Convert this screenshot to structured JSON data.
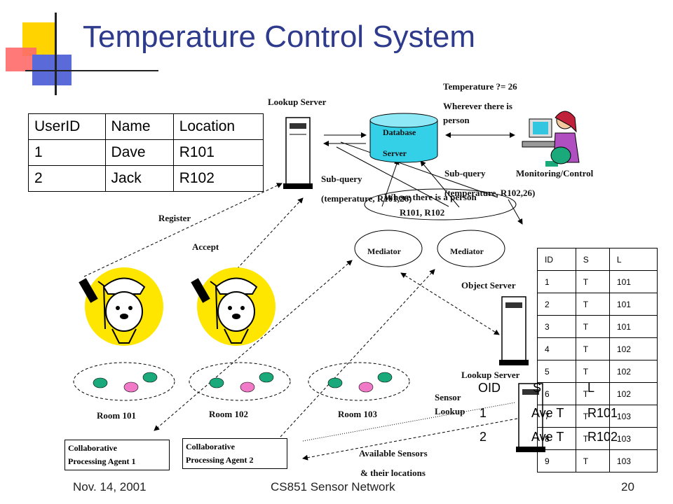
{
  "slide": {
    "title": "Temperature Control System",
    "footer_left": "Nov. 14, 2001",
    "footer_center": "CS851 Sensor Network",
    "page_number": "20"
  },
  "colors": {
    "title": "#2e3a8c",
    "deco_yellow": "#ffd300",
    "deco_red": "#ff4b4b",
    "deco_blue": "#5060d8",
    "sensor_green": "#1aa97a",
    "sensor_pink": "#f07ac8",
    "server_db": "#33d0e8",
    "face_yellow": "#ffe600"
  },
  "query": {
    "line1": "Temperature ?= 26",
    "line2": "Wherever there is",
    "line3": "person"
  },
  "servers": {
    "lookup_top": "Lookup Server",
    "database_line1": "Database",
    "database_line2": "Server",
    "object": "Object Server",
    "lookup_bottom": "Lookup Server"
  },
  "monitor_label": "Monitoring/Control",
  "subquery_left": {
    "line1": "Sub-query",
    "line2": "(temperature, R101,26)"
  },
  "subquery_right": {
    "line1": "Sub-query",
    "line2": "(temperature, R102,26)"
  },
  "where_ellipse": {
    "line1": "Where there is  a person",
    "line2": "R101, R102"
  },
  "mediators": [
    "Mediator",
    "Mediator"
  ],
  "arrows": {
    "register": "Register",
    "accept": "Accept"
  },
  "rooms": [
    "Room 101",
    "Room 102",
    "Room 103"
  ],
  "agents": [
    {
      "line1": "Collaborative",
      "line2": "Processing Agent 1"
    },
    {
      "line1": "Collaborative",
      "line2": "Processing Agent 2"
    }
  ],
  "sensor_lookup": {
    "line1": "Sensor",
    "line2": "Lookup"
  },
  "available": {
    "line1": "Available Sensors",
    "line2": "& their locations"
  },
  "user_table": {
    "headers": [
      "UserID",
      "Name",
      "Location"
    ],
    "rows": [
      [
        "1",
        "Dave",
        "R101"
      ],
      [
        "2",
        "Jack",
        "R102"
      ]
    ]
  },
  "sensor_table": {
    "headers": [
      "ID",
      "S",
      "L"
    ],
    "rows": [
      [
        "1",
        "T",
        "101"
      ],
      [
        "2",
        "T",
        "101"
      ],
      [
        "3",
        "T",
        "101"
      ],
      [
        "4",
        "T",
        "102"
      ],
      [
        "5",
        "T",
        "102"
      ],
      [
        "6",
        "T",
        "102"
      ],
      [
        "7",
        "T",
        "103"
      ],
      [
        "8",
        "T",
        "103"
      ],
      [
        "9",
        "T",
        "103"
      ]
    ]
  },
  "oid_table": {
    "headers": [
      "OID",
      "S",
      "L"
    ],
    "rows": [
      [
        "1",
        "Ave T",
        "R101"
      ],
      [
        "2",
        "Ave T",
        "R102"
      ]
    ]
  }
}
